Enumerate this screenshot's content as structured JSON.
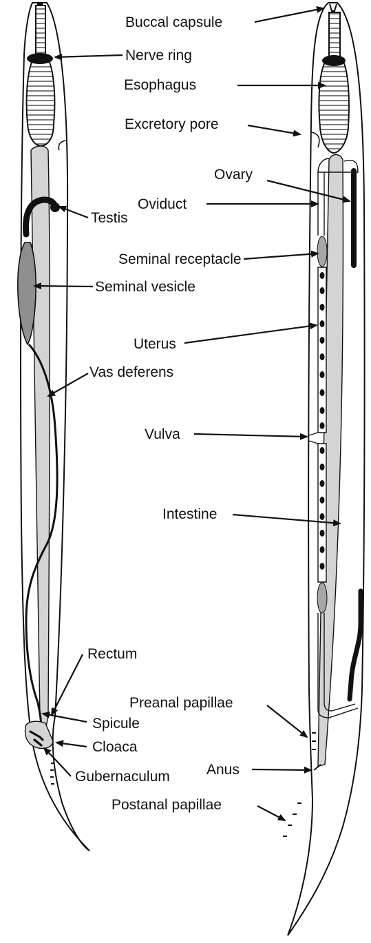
{
  "colors": {
    "outline": "#111111",
    "intestine": "#d4d4d4",
    "vesicle": "#8f8f8f",
    "receptacle": "#a6a6a6",
    "dark_organ": "#111111",
    "background": "#ffffff"
  },
  "male": {
    "labels": {
      "nerve_ring": "Nerve ring",
      "testis": "Testis",
      "seminal_vesicle": "Seminal vesicle",
      "vas_deferens": "Vas deferens",
      "rectum": "Rectum",
      "spicule": "Spicule",
      "cloaca": "Cloaca",
      "gubernaculum": "Gubernaculum"
    }
  },
  "female": {
    "labels": {
      "buccal_capsule": "Buccal capsule",
      "esophagus": "Esophagus",
      "excretory_pore": "Excretory pore",
      "ovary": "Ovary",
      "oviduct": "Oviduct",
      "seminal_receptacle": "Seminal receptacle",
      "uterus": "Uterus",
      "vulva": "Vulva",
      "intestine": "Intestine",
      "preanal_papillae": "Preanal papillae",
      "anus": "Anus",
      "postanal_papillae": "Postanal papillae"
    }
  }
}
